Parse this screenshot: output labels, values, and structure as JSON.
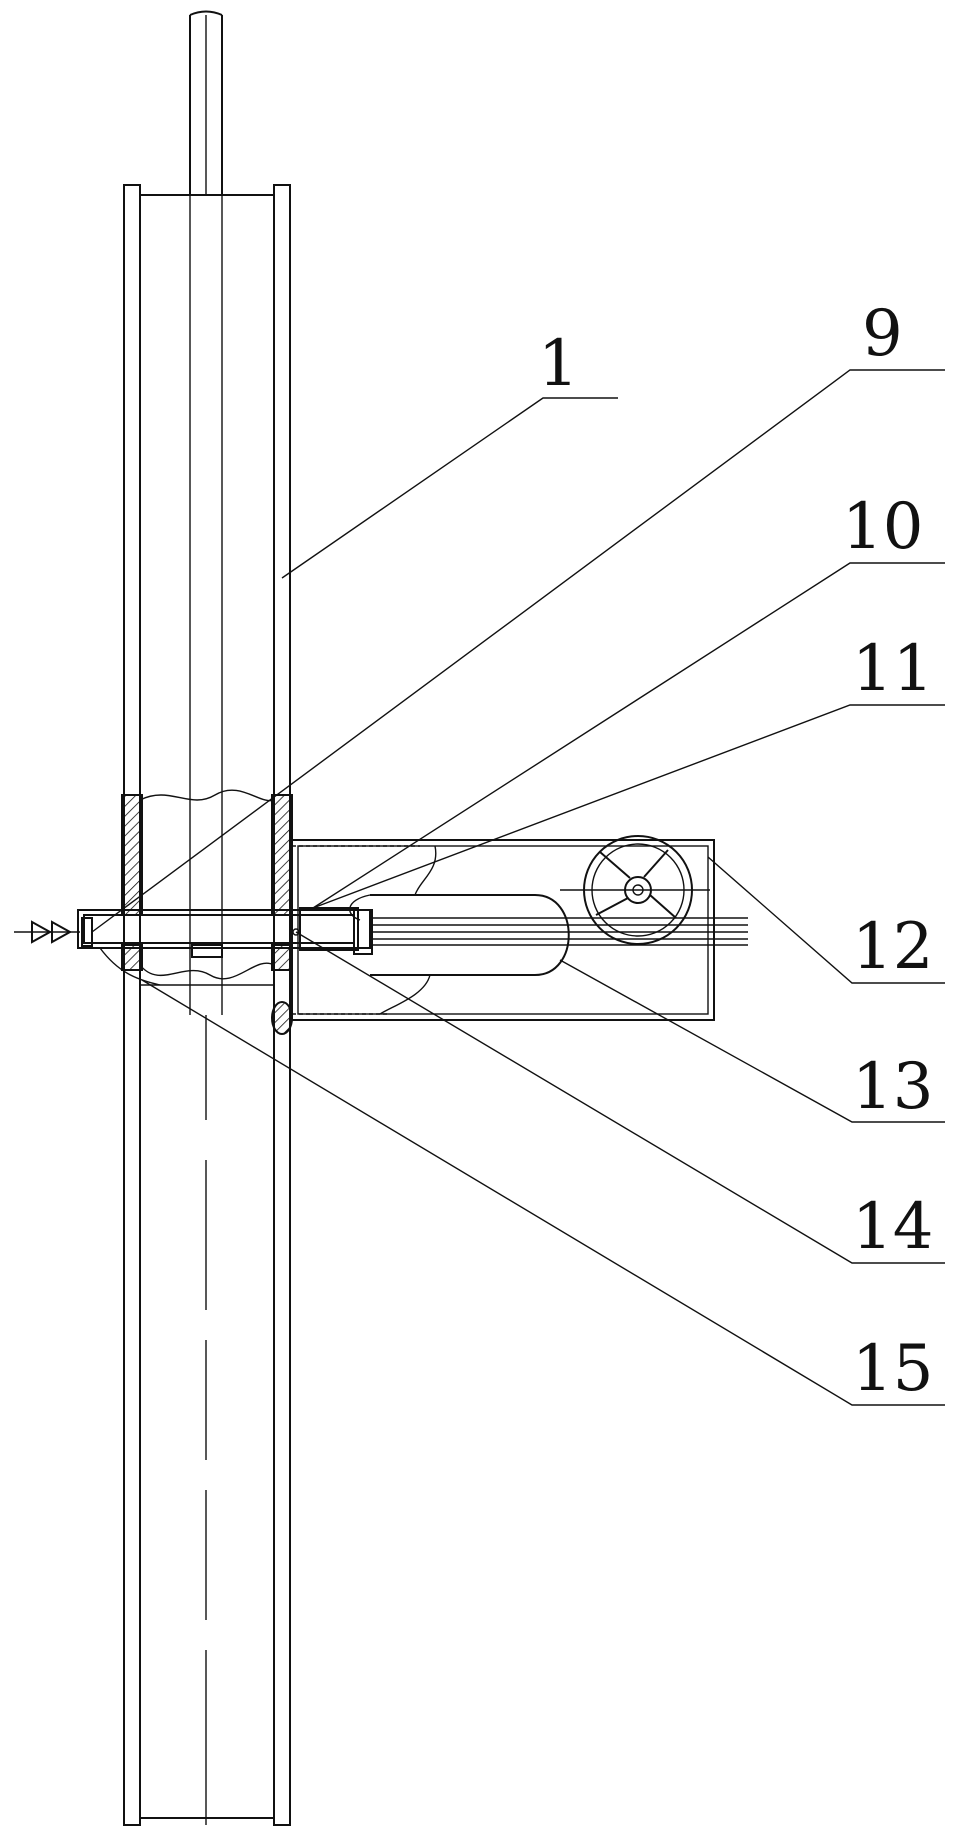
{
  "labels": [
    {
      "id": "1",
      "text": "1"
    },
    {
      "id": "9",
      "text": "9"
    },
    {
      "id": "10",
      "text": "10"
    },
    {
      "id": "11",
      "text": "11"
    },
    {
      "id": "12",
      "text": "12"
    },
    {
      "id": "13",
      "text": "13"
    },
    {
      "id": "14",
      "text": "14"
    },
    {
      "id": "15",
      "text": "15"
    }
  ],
  "colors": {
    "line": "#111111",
    "background": "#ffffff"
  }
}
